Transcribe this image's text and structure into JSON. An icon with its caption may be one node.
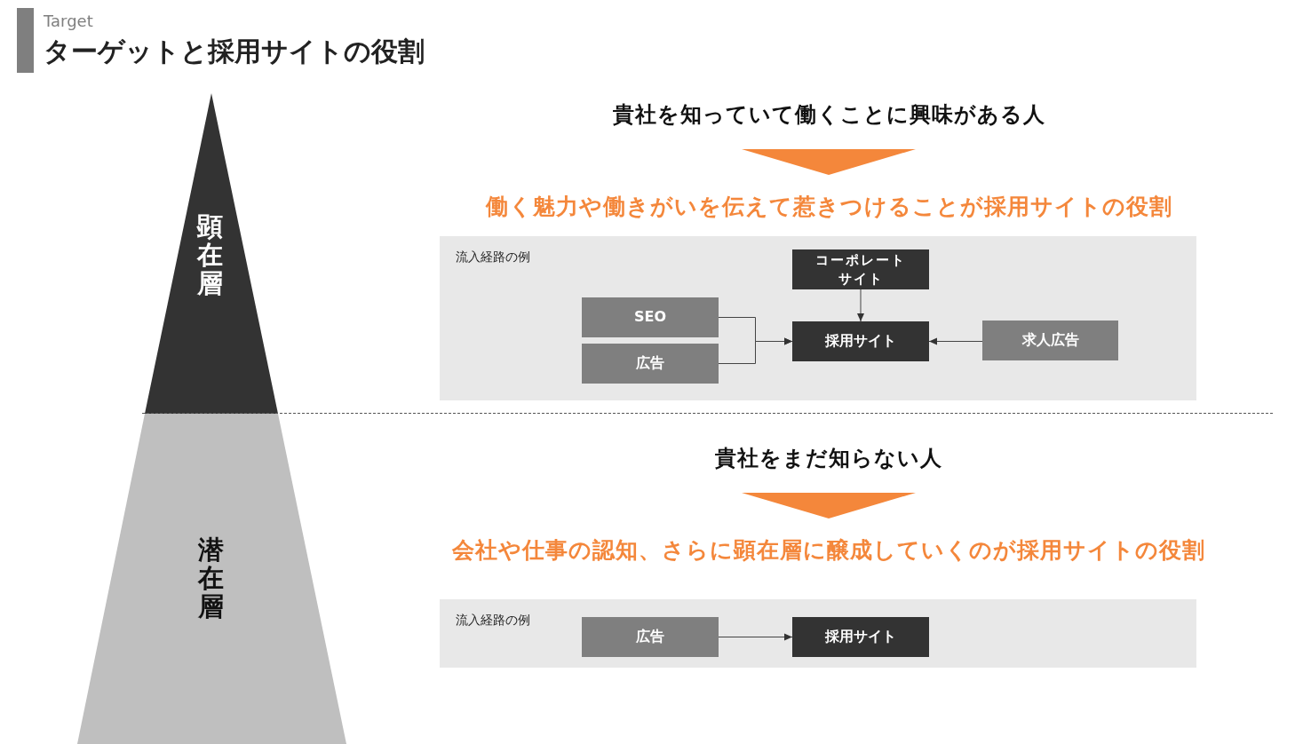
{
  "diagram": {
    "title": "ターゲットと採用サイトの役割",
    "nodes": [
      {
        "text": [
          "顕在層"
        ]
      },
      {
        "text": [
          "貴社を知っていて働くことに興味がある人"
        ]
      },
      {
        "text": [
          "働く魅力や働きがいを伝えて惹きつけることが採用サイトの役割"
        ]
      },
      {
        "text": [
          "流入経路の例"
        ]
      },
      {
        "text": [
          "コーポレートサイト"
        ],
        "in": 3
      },
      {
        "text": [
          "SEO"
        ],
        "in": 3
      },
      {
        "text": [
          "広告"
        ],
        "in": 3
      },
      {
        "text": [
          "採用サイト"
        ],
        "in": 3
      },
      {
        "text": [
          "求人広告"
        ],
        "in": 3
      },
      {
        "text": [
          "潜在層"
        ]
      },
      {
        "text": [
          "貴社をまだ知らない人"
        ]
      },
      {
        "text": [
          "会社や仕事の認知、さらに顕在層に醸成していくのが採用サイトの役割"
        ]
      },
      {
        "text": [
          "流入経路の例"
        ]
      },
      {
        "text": [
          "広告"
        ],
        "in": 12
      },
      {
        "text": [
          "採用サイト"
        ],
        "in": 12
      }
    ],
    "edges": [
      {
        "from": 1,
        "to": 2,
        "arrow": "to"
      },
      {
        "from": 4,
        "to": 7,
        "arrow": "to"
      },
      {
        "from": 5,
        "to": 7,
        "arrow": "to"
      },
      {
        "from": 6,
        "to": 7,
        "arrow": "to"
      },
      {
        "from": 8,
        "to": 7,
        "arrow": "to"
      },
      {
        "from": 10,
        "to": 11,
        "arrow": "to"
      },
      {
        "from": 13,
        "to": 14,
        "arrow": "to"
      }
    ],
    "labels": [
      "Target"
    ]
  }
}
